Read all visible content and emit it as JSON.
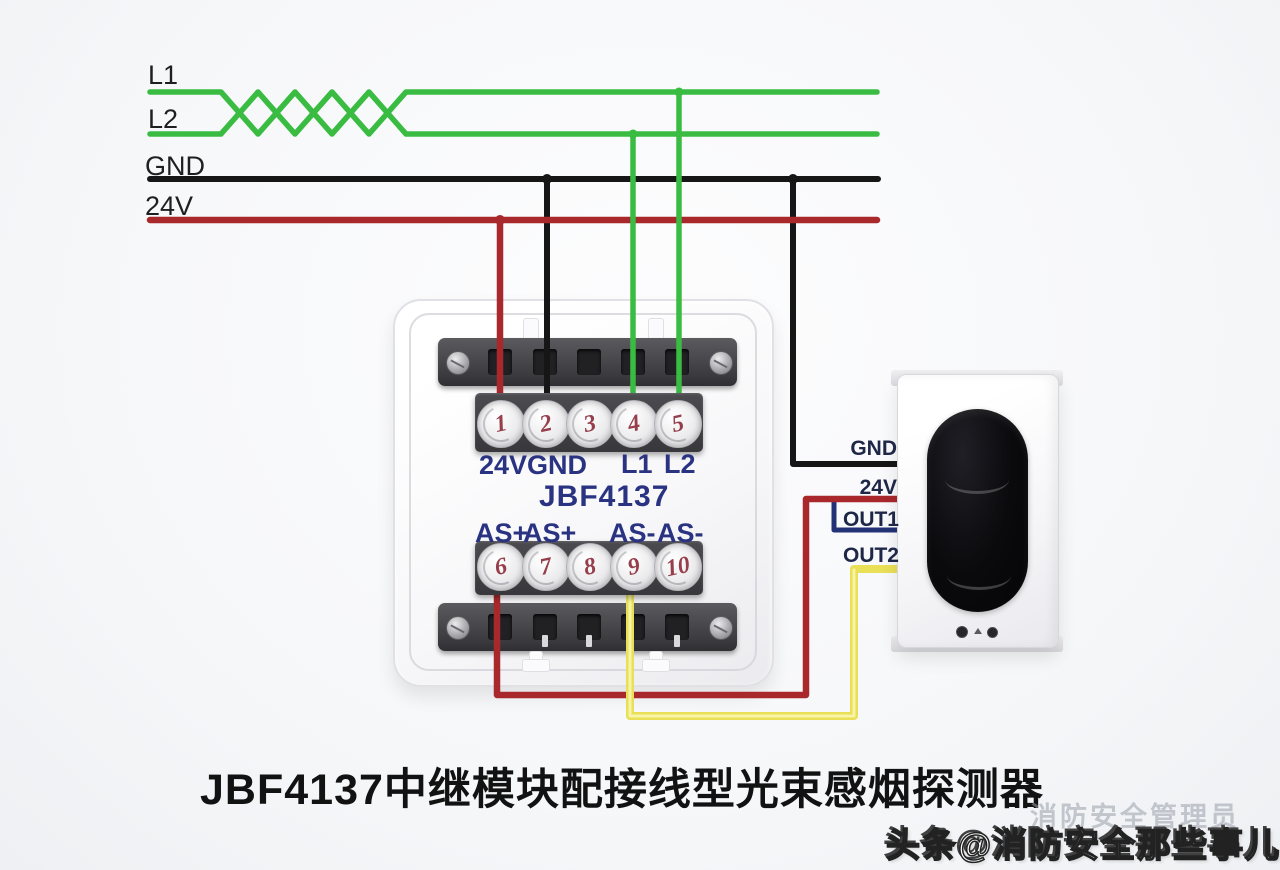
{
  "colors": {
    "loop_line_green": "#3abc43",
    "gnd_line_black": "#161616",
    "power_line_red": "#a8282c",
    "out1_wire_navy": "#233176",
    "out2_wire_yellow": "#e9e057",
    "module_label_navy": "#2a3382",
    "terminal_number_maroon": "#8e2f3e"
  },
  "bus_labels": {
    "l1": "L1",
    "l2": "L2",
    "gnd": "GND",
    "v24": "24V"
  },
  "module": {
    "model": "JBF4137",
    "top_terminal_numbers": [
      "1",
      "2",
      "3",
      "4",
      "5"
    ],
    "top_terminal_labels": {
      "t1": "24V",
      "t2": "GND",
      "t4": "L1",
      "t5": "L2"
    },
    "bottom_terminal_numbers": [
      "6",
      "7",
      "8",
      "9",
      "10"
    ],
    "bottom_terminal_labels": {
      "t6": "AS+",
      "t7": "AS+",
      "t9": "AS-",
      "t10": "AS-"
    }
  },
  "detector_labels": {
    "gnd": "GND",
    "v24": "24V",
    "out1": "OUT1",
    "out2": "OUT2"
  },
  "title": "JBF4137中继模块配接线型光束感烟探测器",
  "watermark": {
    "ghost": "消防安全管理员",
    "main": "头条@消防安全那些事儿"
  }
}
